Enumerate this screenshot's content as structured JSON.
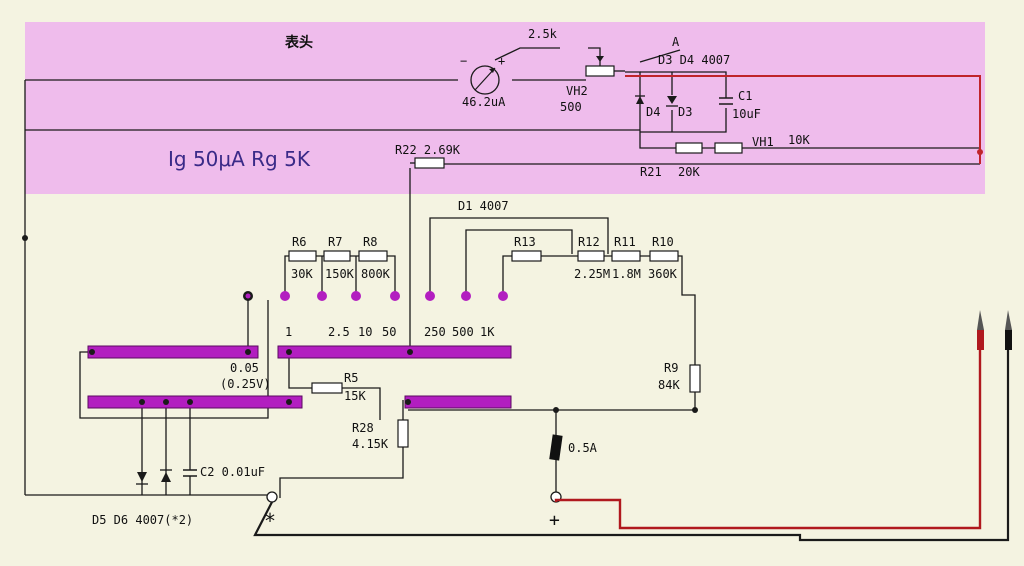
{
  "meter_head": {
    "title": "表头",
    "current_label": "46.2uA",
    "spec": "Ig 50μA  Rg 5K",
    "trimmer_value": "2.5k",
    "node_a": "A",
    "vh2_label": "VH2",
    "vh2_value": "500",
    "diodes_top": "D3  D4  4007",
    "d4": "D4",
    "d3": "D3",
    "c1": "C1",
    "c1_value": "10uF",
    "vh1": "VH1",
    "vh1_value": "10K",
    "r21": "R21",
    "r21_value": "20K",
    "r22": "R22  2.69K"
  },
  "ranges": {
    "d1": "D1     4007",
    "r6": "R6",
    "r7": "R7",
    "r8": "R8",
    "r6_value": "30K",
    "r7_value": "150K",
    "r8_value": "800K",
    "r13": "R13",
    "r12": "R12",
    "r11": "R11",
    "r10": "R10",
    "r12_value": "2.25M",
    "r11_value": "1.8M",
    "r10_value": "360K",
    "range_1": "1",
    "range_2_5": "2.5",
    "range_10": "10",
    "range_50": "50",
    "range_250": "250",
    "range_500": "500",
    "range_1k": "1K",
    "range_005": "0.05",
    "range_025v": "(0.25V)",
    "r5": "R5",
    "r5_value": "15K",
    "r9": "R9",
    "r9_value": "84K",
    "r28": "R28",
    "r28_value": "4.15K",
    "fuse": "0.5A",
    "c2": "C2  0.01uF",
    "d5d6": "D5 D6  4007(*2)",
    "com": "*",
    "plus": "+"
  }
}
